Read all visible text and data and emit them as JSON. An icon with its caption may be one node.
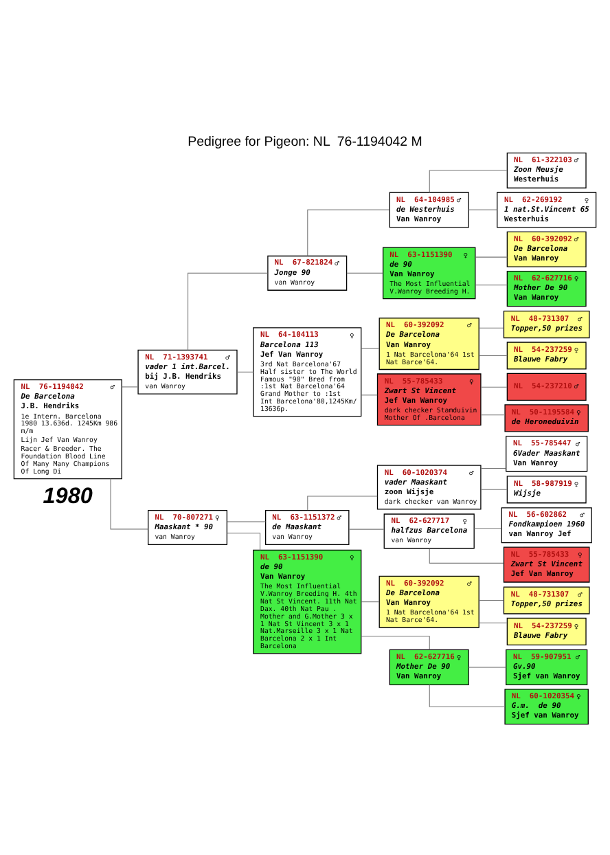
{
  "diagram": {
    "title": "Pedigree for Pigeon: NL  76-1194042 M",
    "nodes": [
      {
        "text": [
          "NL  76-1194042",
          "♂",
          "De Barcelona",
          "J.B. Hendriks",
          "1e Intern. Barcelona 1980 13.636d. 1245Km 986 m/m",
          "Lijn Jef Van Wanroy",
          "Racer & Breeder. The Foundation Blood Line  Of Many Many Champions Of Long Di"
        ]
      },
      {
        "text": [
          "NL  71-1393741",
          "♂",
          "vader 1 int.Barcel.",
          "bij J.B. Hendriks",
          "van Wanroy"
        ]
      },
      {
        "text": [
          "NL  70-807271",
          "♀",
          "Maaskant * 90",
          "van Wanroy"
        ]
      },
      {
        "text": [
          "NL  67-821824",
          "♂",
          "Jonge 90",
          "van Wanroy"
        ]
      },
      {
        "text": [
          "NL  64-104113",
          "♀",
          "Barcelona 113",
          "Jef Van Wanroy",
          "3rd Nat Barcelona'67 Half sister to The World Famous \"90\" Bred from :1st Nat Barcelona'64 Grand Mother to :1st  Int Barcelona'80,1245Km/13636p."
        ]
      },
      {
        "text": [
          "NL  63-1151372",
          "♂",
          "de Maaskant",
          "van Wanroy"
        ]
      },
      {
        "text": [
          "NL  63-1151390",
          "♀",
          "de 90",
          "Van Wanroy",
          "The Most Influential V.Wanroy Breeding H. 4th Nat St Vincent. 11th Nat Dax. 40th Nat Pau . Mother and G.Mother 3 x 1 Nat St Vincent 3 x 1 Nat.Marseille 3 x 1 Nat Barcelona 2 x 1 Int Barcelona"
        ]
      },
      {
        "text": [
          "NL  64-104985",
          "♂",
          "de Westerhuis",
          "Van Wanroy"
        ]
      },
      {
        "text": [
          "NL  63-1151390",
          "♀",
          "de 90",
          "Van Wanroy",
          "The Most Influential V.Wanroy Breeding H."
        ]
      },
      {
        "text": [
          "NL  60-392092",
          "♂",
          "De Barcelona",
          "Van Wanroy",
          "1 Nat Barcelona'64 1st Nat Barce'64."
        ]
      },
      {
        "text": [
          "NL  55-785433",
          "♀",
          "Zwart St Vincent",
          "Jef Van Wanroy",
          "dark checker Stamduivin Mother Of .Barcelona"
        ]
      },
      {
        "text": [
          "NL  60-1020374",
          "♂",
          "vader Maaskant",
          "zoon Wijsje",
          "dark checker van Wanroy"
        ]
      },
      {
        "text": [
          "NL  62-627717",
          "♀",
          "halfzus Barcelona",
          "van Wanroy"
        ]
      },
      {
        "text": [
          "NL  60-392092",
          "♂",
          "De Barcelona",
          "Van Wanroy",
          "1 Nat Barcelona'64 1st Nat Barce'64."
        ]
      },
      {
        "text": [
          "NL  62-627716",
          "♀",
          "Mother De 90",
          "Van Wanroy"
        ]
      },
      {
        "text": [
          "NL  61-322103",
          "♂",
          "Zoon Meusje",
          "Westerhuis"
        ]
      },
      {
        "text": [
          "NL  62-269192",
          "♀",
          "1 nat.St.Vincent 65",
          "Westerhuis"
        ]
      },
      {
        "text": [
          "NL  60-392092",
          "♂",
          "De Barcelona",
          "Van Wanroy"
        ]
      },
      {
        "text": [
          "NL  62-627716",
          "♀",
          "Mother De 90",
          "Van Wanroy"
        ]
      },
      {
        "text": [
          "NL  48-731307",
          "♂",
          "Topper,50 prizes"
        ]
      },
      {
        "text": [
          "NL  54-237259",
          "♀",
          "Blauwe Fabry"
        ]
      },
      {
        "text": [
          "NL  54-237210",
          "♂"
        ]
      },
      {
        "text": [
          "NL  50-1195584",
          "♀",
          "de Heroneduivin"
        ]
      },
      {
        "text": [
          "NL  55-785447",
          "♂",
          "6Vader Maaskant",
          "Van Wanroy"
        ]
      },
      {
        "text": [
          "NL  58-987919",
          "♀",
          "Wijsje"
        ]
      },
      {
        "text": [
          "NL  56-602862",
          "♂",
          "Fondkampioen 1960",
          "van Wanroy Jef"
        ]
      },
      {
        "text": [
          "NL  55-785433",
          "♀",
          "Zwart St Vincent",
          "Jef Van Wanroy"
        ]
      },
      {
        "text": [
          "NL  48-731307",
          "♂",
          "Topper,50 prizes"
        ]
      },
      {
        "text": [
          "NL  54-237259",
          "♀",
          "Blauwe Fabry"
        ]
      },
      {
        "text": [
          "NL  59-907951",
          "♂",
          "Gv.90",
          "Sjef van Wanroy"
        ]
      },
      {
        "text": [
          "NL  60-1020354",
          "♀",
          "G.m.  de 90",
          "Sjef van Wanroy"
        ]
      }
    ],
    "edges": [
      {
        "from": 0,
        "to": 1,
        "arrow": "none"
      },
      {
        "from": 0,
        "to": 2,
        "arrow": "none"
      },
      {
        "from": 1,
        "to": 3,
        "arrow": "none"
      },
      {
        "from": 1,
        "to": 4,
        "arrow": "none"
      },
      {
        "from": 2,
        "to": 5,
        "arrow": "none"
      },
      {
        "from": 2,
        "to": 6,
        "arrow": "none"
      },
      {
        "from": 3,
        "to": 7,
        "arrow": "none"
      },
      {
        "from": 3,
        "to": 8,
        "arrow": "none"
      },
      {
        "from": 4,
        "to": 9,
        "arrow": "none"
      },
      {
        "from": 4,
        "to": 10,
        "arrow": "none"
      },
      {
        "from": 5,
        "to": 11,
        "arrow": "none"
      },
      {
        "from": 5,
        "to": 12,
        "arrow": "none"
      },
      {
        "from": 6,
        "to": 13,
        "arrow": "none"
      },
      {
        "from": 6,
        "to": 14,
        "arrow": "none"
      },
      {
        "from": 7,
        "to": 15,
        "arrow": "none"
      },
      {
        "from": 7,
        "to": 16,
        "arrow": "none"
      },
      {
        "from": 8,
        "to": 17,
        "arrow": "none"
      },
      {
        "from": 8,
        "to": 18,
        "arrow": "none"
      },
      {
        "from": 9,
        "to": 19,
        "arrow": "none"
      },
      {
        "from": 9,
        "to": 20,
        "arrow": "none"
      },
      {
        "from": 10,
        "to": 21,
        "arrow": "none"
      },
      {
        "from": 10,
        "to": 22,
        "arrow": "none"
      },
      {
        "from": 11,
        "to": 23,
        "arrow": "none"
      },
      {
        "from": 11,
        "to": 24,
        "arrow": "none"
      },
      {
        "from": 12,
        "to": 25,
        "arrow": "none"
      },
      {
        "from": 12,
        "to": 26,
        "arrow": "none"
      },
      {
        "from": 13,
        "to": 27,
        "arrow": "none"
      },
      {
        "from": 13,
        "to": 28,
        "arrow": "none"
      },
      {
        "from": 14,
        "to": 29,
        "arrow": "none"
      },
      {
        "from": 14,
        "to": 30,
        "arrow": "none"
      }
    ],
    "labels": [
      "1980"
    ]
  }
}
